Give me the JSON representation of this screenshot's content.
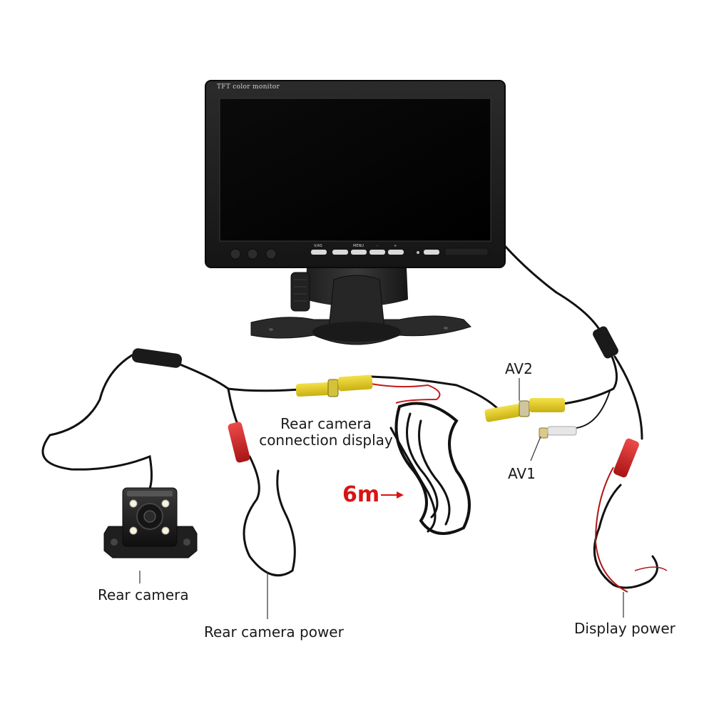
{
  "monitor": {
    "brand_text": "TFT color monitor",
    "buttons": [
      "V/AS",
      "MENU",
      "-",
      "+"
    ]
  },
  "labels": {
    "rear_camera_connection_display_line1": "Rear camera",
    "rear_camera_connection_display_line2": "connection display",
    "av2": "AV2",
    "av1": "AV1",
    "cable_length": "6m",
    "rear_camera": "Rear camera",
    "rear_camera_power": "Rear camera power",
    "display_power": "Display power"
  },
  "colors": {
    "background": "#ffffff",
    "monitor_body": "#1c1c1c",
    "cable": "#111111",
    "rca_yellow": "#e8d21a",
    "power_red": "#d8242a",
    "cable_length_text": "#d81414"
  }
}
